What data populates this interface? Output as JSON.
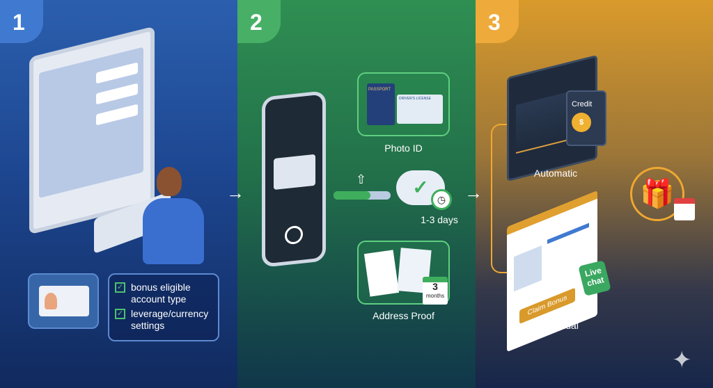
{
  "steps": [
    {
      "number": "1",
      "checklist": [
        "bonus eligible account type",
        "leverage/currency settings"
      ]
    },
    {
      "number": "2",
      "photo_id": {
        "label": "Photo ID",
        "passport": "PASSPORT",
        "license": "DRIVER'S LICENSE"
      },
      "upload_progress": 0.65,
      "wait_time": "1-3 days",
      "address_proof": {
        "label": "Address Proof",
        "calendar_number": "3",
        "calendar_unit": "months"
      }
    },
    {
      "number": "3",
      "automatic": {
        "label": "Automatic",
        "credit": "Credit"
      },
      "manual": {
        "label": "Manual",
        "claim_button": "Claim Bonus",
        "chat": "Live chat"
      }
    }
  ],
  "colors": {
    "step1": "#2b5fae",
    "step2": "#2f8f52",
    "step3": "#d99a2b",
    "check": "#4fc070"
  }
}
